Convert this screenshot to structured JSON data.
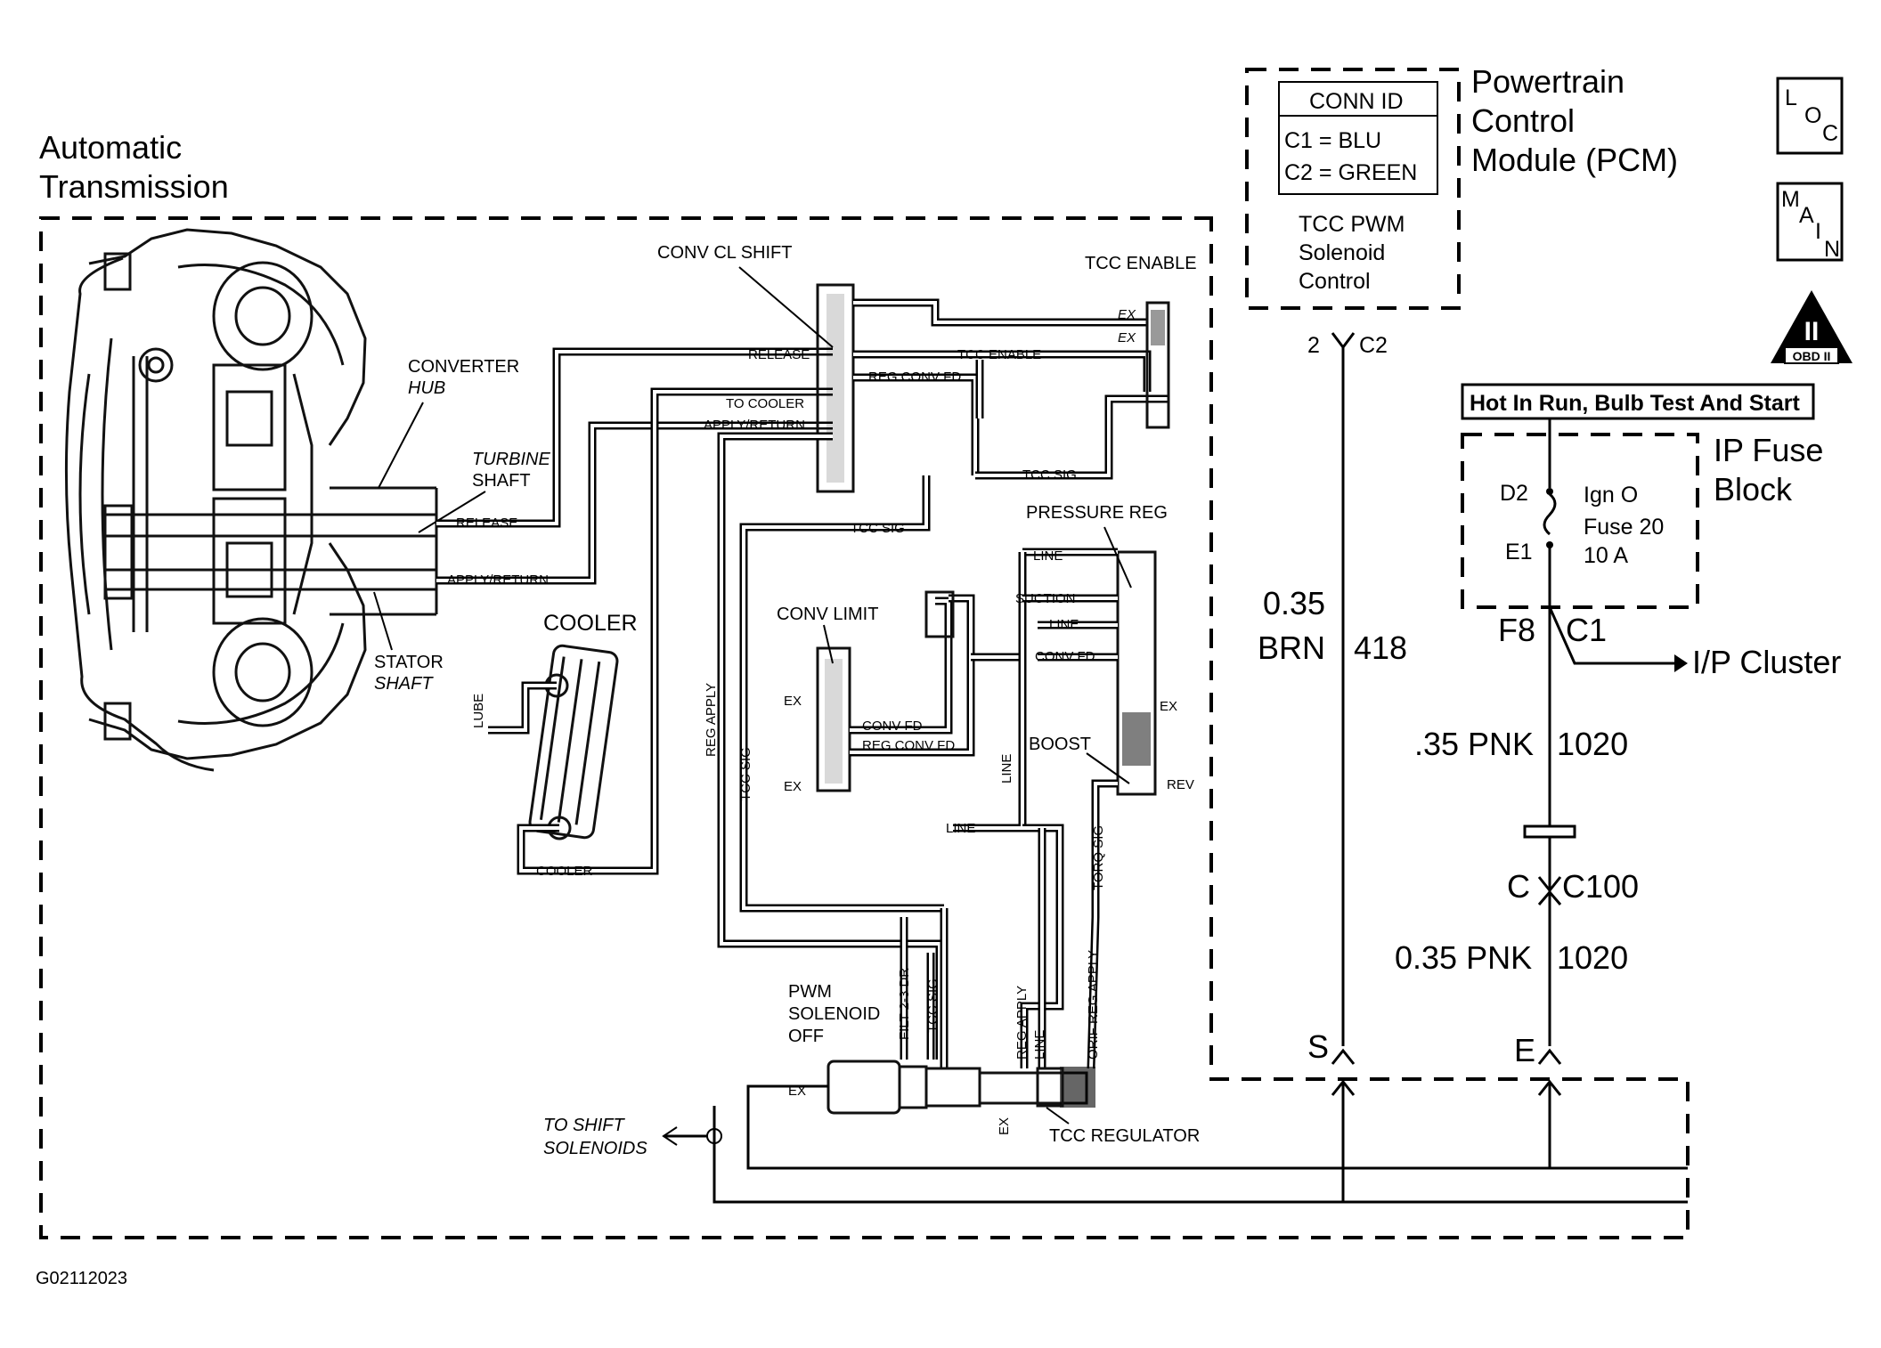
{
  "transmission": {
    "title_line1": "Automatic",
    "title_line2": "Transmission",
    "converter_hub_line1": "CONVERTER",
    "converter_hub_line2": "HUB",
    "turbine_shaft_line1": "TURBINE",
    "turbine_shaft_line2": "SHAFT",
    "stator_shaft_line1": "STATOR",
    "stator_shaft_line2": "SHAFT",
    "cooler": "COOLER",
    "lube": "LUBE",
    "release": "RELEASE",
    "apply_return": "APPLY/RETURN",
    "cooler_line": "COOLER"
  },
  "valves": {
    "conv_cl_shift": "CONV CL SHIFT",
    "tcc_enable": "TCC ENABLE",
    "release": "RELEASE",
    "to_cooler": "TO COOLER",
    "apply_return": "APPLY/RETURN",
    "tcc_enable_port": "TCC ENABLE",
    "reg_conv_fd": "REG CONV FD",
    "tcc_sig": "TCC SIG",
    "tcc_sig_2": "TCC SIG",
    "ex": "EX",
    "pressure_reg": "PRESSURE REG",
    "line": "LINE",
    "suction": "SUCTION",
    "conv_fd": "CONV FD",
    "conv_limit": "CONV LIMIT",
    "conv_fd_port": "CONV FD",
    "reg_conv_fd_port": "REG CONV FD",
    "boost": "BOOST",
    "rev": "REV",
    "torq_sig": "TORQ SIG",
    "reg_apply": "REG APPLY",
    "tcc_sig_vert": "TCC SIG",
    "pwm_solenoid_line1": "PWM",
    "pwm_solenoid_line2": "SOLENOID",
    "pwm_solenoid_line3": "OFF",
    "filt_2_3_dr": "FILT 2-3 DR",
    "tcc_sig_sol": "TCC SIG",
    "reg_apply_sol": "REG APPLY",
    "line_sol": "LINE",
    "orif_reg_apply": "ORIF REG APPLY",
    "tcc_regulator": "TCC REGULATOR",
    "to_shift_line1": "TO SHIFT",
    "to_shift_line2": "SOLENOIDS"
  },
  "pcm": {
    "conn_id_header": "CONN ID",
    "c1": "C1 = BLU",
    "c2": "C2 = GREEN",
    "title_line1": "Powertrain",
    "title_line2": "Control",
    "title_line3": "Module (PCM)",
    "function_line1": "TCC PWM",
    "function_line2": "Solenoid",
    "function_line3": "Control",
    "pin": "2",
    "connector": "C2"
  },
  "circuits": {
    "brn_size": "0.35",
    "brn_color": "BRN",
    "brn_circuit": "418",
    "pnk_upper": ".35 PNK",
    "pnk_upper_circuit": "1020",
    "pnk_lower": "0.35 PNK",
    "pnk_lower_circuit": "1020",
    "c100_pin": "C",
    "c100": "C100",
    "s_pin": "S",
    "e_pin": "E"
  },
  "fuse_block": {
    "hot_label": "Hot In Run, Bulb Test And Start",
    "title_line1": "IP Fuse",
    "title_line2": "Block",
    "d2": "D2",
    "e1": "E1",
    "ign": "Ign O",
    "fuse": "Fuse 20",
    "amps": "10 A",
    "f8": "F8",
    "c1": "C1",
    "ip_cluster": "I/P Cluster"
  },
  "icons": {
    "loc_letters": [
      "L",
      "O",
      "C"
    ],
    "main_letters": [
      "M",
      "A",
      "I",
      "N"
    ],
    "obd_numeral": "II",
    "obd_text": "OBD II"
  },
  "figure_id": "G02112023"
}
